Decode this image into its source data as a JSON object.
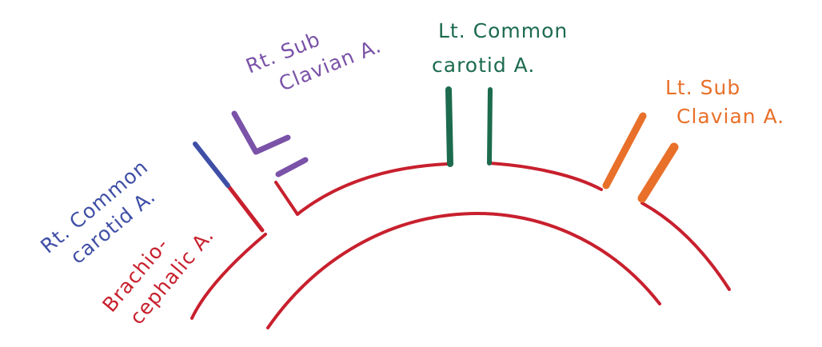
{
  "labels": {
    "rt_common_carotid": {
      "line1": "Rt. Common",
      "line2": "carotid A."
    },
    "rt_subclavian": {
      "line1": "Rt. Sub",
      "line2": "Clavian A."
    },
    "lt_common_carotid": {
      "line1": "Lt. Common",
      "line2": "carotid A."
    },
    "lt_subclavian": {
      "line1": "Lt. Sub",
      "line2": "Clavian A."
    },
    "brachiocephalic": {
      "line1": "Brachio-",
      "line2": "cephalic A."
    }
  },
  "colors": {
    "aorta": "#c8202e",
    "rt_common_carotid": "#3f4fa6",
    "rt_subclavian": "#7a52a8",
    "lt_common_carotid": "#1c6b4e",
    "lt_subclavian": "#e8702a",
    "brachiocephalic": "#c8202e"
  }
}
